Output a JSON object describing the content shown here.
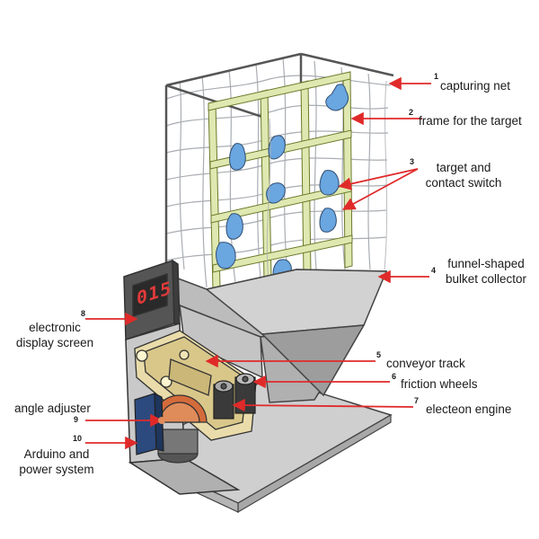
{
  "labels": [
    {
      "num": "1",
      "text": [
        "capturing net"
      ]
    },
    {
      "num": "2",
      "text": [
        "frame for the target"
      ]
    },
    {
      "num": "3",
      "text": [
        "target and",
        "contact switch"
      ]
    },
    {
      "num": "4",
      "text": [
        "funnel-shaped",
        "bulket collector"
      ]
    },
    {
      "num": "5",
      "text": [
        "conveyor track"
      ]
    },
    {
      "num": "6",
      "text": [
        "friction wheels"
      ]
    },
    {
      "num": "7",
      "text": [
        "electeon engine"
      ]
    },
    {
      "num": "8",
      "text": [
        "electronic",
        "display screen"
      ]
    },
    {
      "num": "9",
      "text": [
        "angle adjuster"
      ]
    },
    {
      "num": "10",
      "text": [
        "Arduino and",
        "power system"
      ]
    }
  ],
  "display": {
    "digits": "015"
  },
  "colors": {
    "arrow": "#e02a2a",
    "frame": "#dfe8b0",
    "target": "#6aa6e0",
    "net": "#a9adb2",
    "metal": "#9a9a9a",
    "display_digits": "#e23a3a",
    "conveyor": "#eadcaa",
    "adjuster_knob": "#e08b5a",
    "arduino": "#2c4a7e"
  }
}
